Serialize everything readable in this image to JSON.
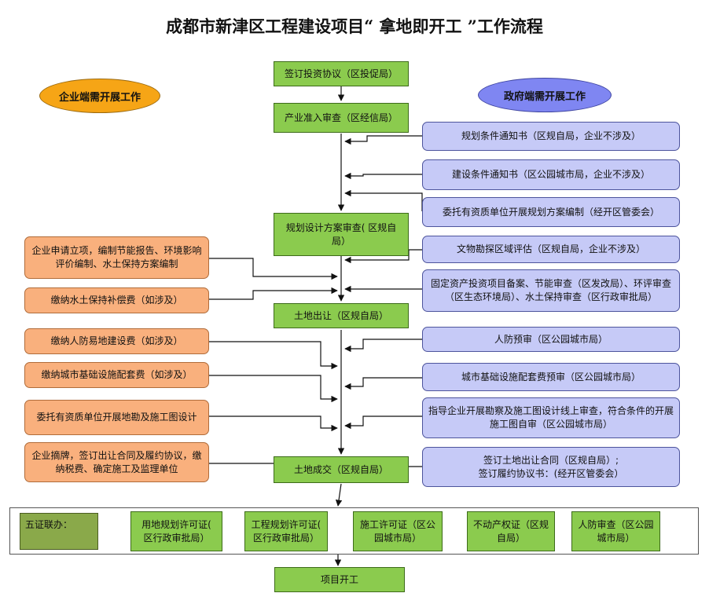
{
  "title": "成都市新津区工程建设项目“ 拿地即开工 ”工作流程",
  "labels": {
    "enterprise": "企业端需开展工作",
    "government": "政府端需开展工作"
  },
  "main_steps": {
    "sign": "签订投资协议（区投促局）",
    "industry": "产业准入审查（区经信局）",
    "plan_review": "规划设计方案审查( 区规自局）",
    "land_out": "土地出让（区规自局）",
    "deal": "土地成交（区规自局）",
    "start": "项目开工"
  },
  "gov_steps": {
    "g1": "规划条件通知书（区规自局，企业不涉及）",
    "g2": "建设条件通知书（区公园城市局，企业不涉及）",
    "g3": "委托有资质单位开展规划方案编制（经开区管委会）",
    "g4": "文物勘探区域评估（区规自局，企业不涉及）",
    "g5": "固定资产投资项目备案、节能审查（区发改局）、环评审查（区生态环境局）、水土保持审查（区行政审批局）",
    "g6": "人防预审（区公园城市局）",
    "g7": "城市基础设施配套费预审（区公园城市局）",
    "g8": "指导企业开展勘察及施工图设计线上审查，符合条件的开展施工图自审（区公园城市局）",
    "g9a": "签订土地出让合同（区规自局）;",
    "g9b": "签订履约协议书：(经开区管委会）"
  },
  "ent_steps": {
    "e1": "企业申请立项，编制节能报告、环境影响评价编制、水土保持方案编制",
    "e2": "缴纳水土保持补偿费（如涉及）",
    "e3": "缴纳人防易地建设费（如涉及）",
    "e4": "缴纳城市基础设施配套费（如涉及）",
    "e5": "委托有资质单位开展地勘及施工图设计",
    "e6": "企业摘牌，签订出让合同及履约协议，缴纳税费、确定施工及监理单位"
  },
  "five_certs": {
    "label": "五证联办：",
    "c1": "用地规划许可证( 区行政审批局）",
    "c2": "工程规划许可证( 区行政审批局）",
    "c3": "施工许可证（区公园城市局）",
    "c4": "不动产权证（区规自局）",
    "c5": "人防审查（区公园城市局）"
  }
}
